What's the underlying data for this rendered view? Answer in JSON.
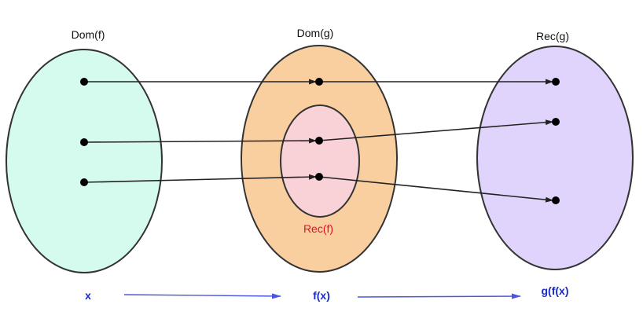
{
  "labels": {
    "dom_f": "Dom(f)",
    "dom_g": "Dom(g)",
    "rec_g": "Rec(g)",
    "rec_f": "Rec(f)"
  },
  "flow": {
    "x": "x",
    "fx": "f(x)",
    "gfx": "g(f(x)"
  },
  "colors": {
    "dom_f_fill": "#d4fbee",
    "dom_g_fill": "#f9cfa0",
    "rec_f_fill": "#f9d2d7",
    "rec_g_fill": "#e1d4fc",
    "outline": "#333333",
    "arrow": "#222222",
    "rec_f_label": "#e0102a",
    "flow_text": "#1a2bc8",
    "flow_arrow": "#4a56e0"
  }
}
